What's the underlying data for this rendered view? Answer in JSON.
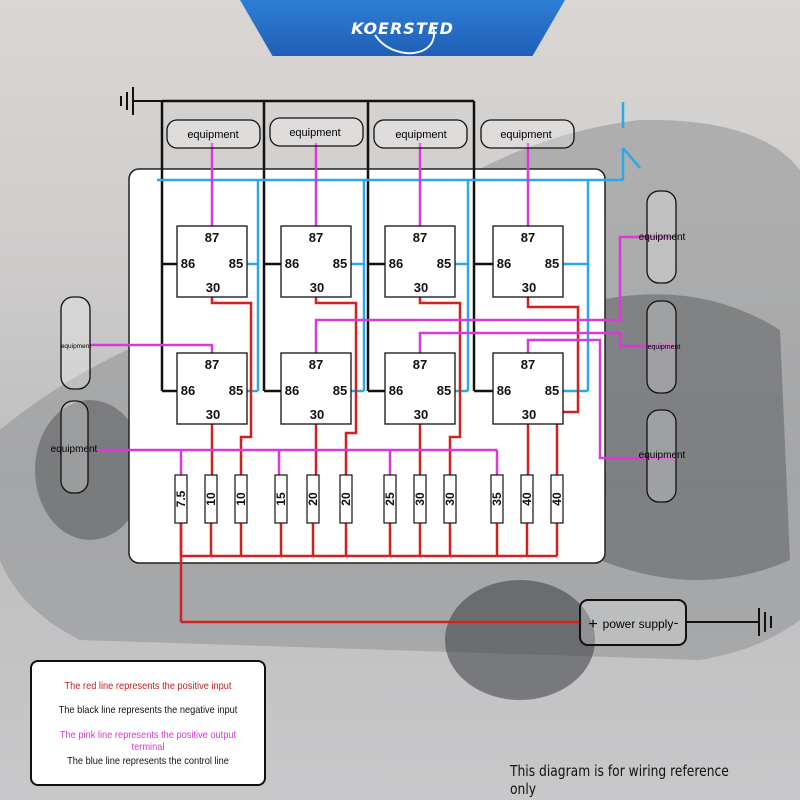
{
  "brand": {
    "logo_text": "KOERSTED"
  },
  "colors": {
    "red": "#d4201f",
    "black": "#111111",
    "pink": "#d83ad8",
    "blue": "#2aa8e8",
    "brand_blue": "#2566c4"
  },
  "equipment_label": "equipment",
  "relays": [
    {
      "pins": [
        "87",
        "86",
        "85",
        "30"
      ]
    },
    {
      "pins": [
        "87",
        "86",
        "85",
        "30"
      ]
    },
    {
      "pins": [
        "87",
        "86",
        "85",
        "30"
      ]
    },
    {
      "pins": [
        "87",
        "86",
        "85",
        "30"
      ]
    },
    {
      "pins": [
        "87",
        "86",
        "85",
        "30"
      ]
    },
    {
      "pins": [
        "87",
        "86",
        "85",
        "30"
      ]
    },
    {
      "pins": [
        "87",
        "86",
        "85",
        "30"
      ]
    },
    {
      "pins": [
        "87",
        "86",
        "85",
        "30"
      ]
    }
  ],
  "fuses": [
    "7.5",
    "10",
    "10",
    "15",
    "20",
    "20",
    "25",
    "30",
    "30",
    "35",
    "40",
    "40"
  ],
  "power_supply": {
    "label": "power supply",
    "plus": "+",
    "minus": "-"
  },
  "legend": {
    "red": "The red line represents the positive input",
    "black": "The black line represents the negative input",
    "pink": "The pink line represents the positive output terminal",
    "blue": "The blue line represents the control line"
  },
  "footnote": "This diagram is for wiring reference only"
}
